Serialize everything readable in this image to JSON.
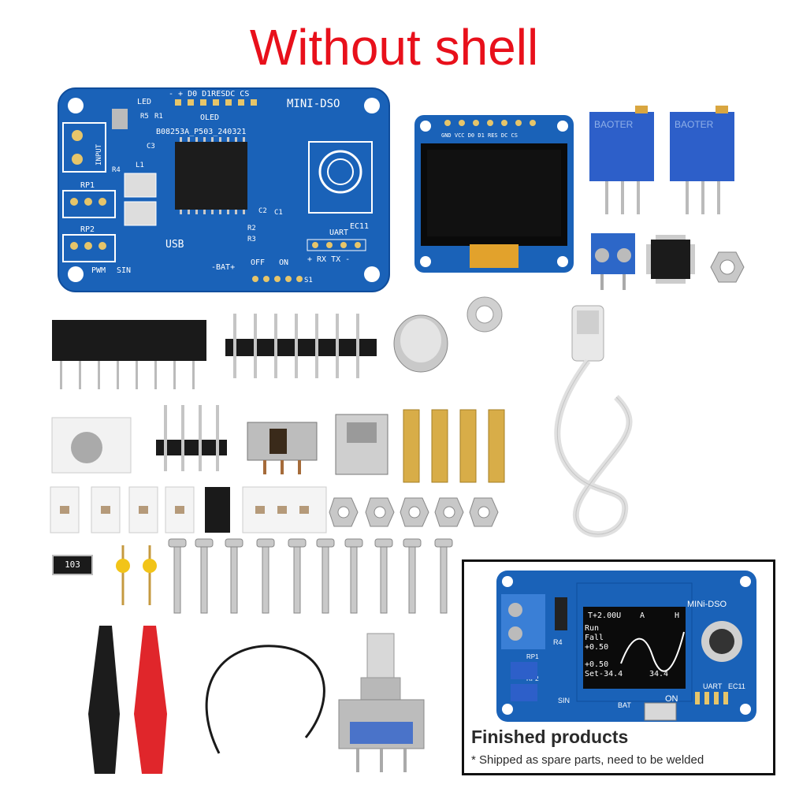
{
  "title": "Without shell",
  "pcb": {
    "model": "MINI-DSO",
    "board_code": "B08253A_P503_240321",
    "oled_label": "OLED",
    "oled_pins": "- + D0 D1RESDC CS",
    "led_label": "LED",
    "input_label": "INPUT",
    "usb_label": "USB",
    "uart_label": "UART",
    "uart_pins": "+ RX TX -",
    "bat_label": "-BAT+",
    "off_label": "OFF",
    "on_label": "ON",
    "ec11_label": "EC11",
    "rp1_label": "RP1",
    "rp2_label": "RP2",
    "pwm_label": "PWM",
    "sin_label": "SIN",
    "r_labels": [
      "R5",
      "R1",
      "C3",
      "R4",
      "L1",
      "C1",
      "C2",
      "R2",
      "R3",
      "S1"
    ]
  },
  "oled_module_pins": "GND VCC D0  D1 RES DC CS",
  "pot_label": "BAOTER",
  "resistor_code": "103",
  "finished": {
    "title": "Finished products",
    "note": "* Shipped as spare parts, need to be welded",
    "brand": "MINi-DSO",
    "screen_lines": [
      "T+2.00U",
      "A",
      "H",
      "Run",
      "Fall",
      "+0.50",
      "+0.50",
      "Set-34.4",
      "34.4"
    ],
    "labels": [
      "BAT",
      "ON",
      "EC11",
      "UART",
      "SIN",
      "R4",
      "RP1",
      "RP2"
    ]
  },
  "colors": {
    "title": "#e8101b",
    "pcb_blue": "#1a62b8",
    "pcb_dark": "#0f4d9c",
    "pot_blue": "#2d5fc9"
  }
}
